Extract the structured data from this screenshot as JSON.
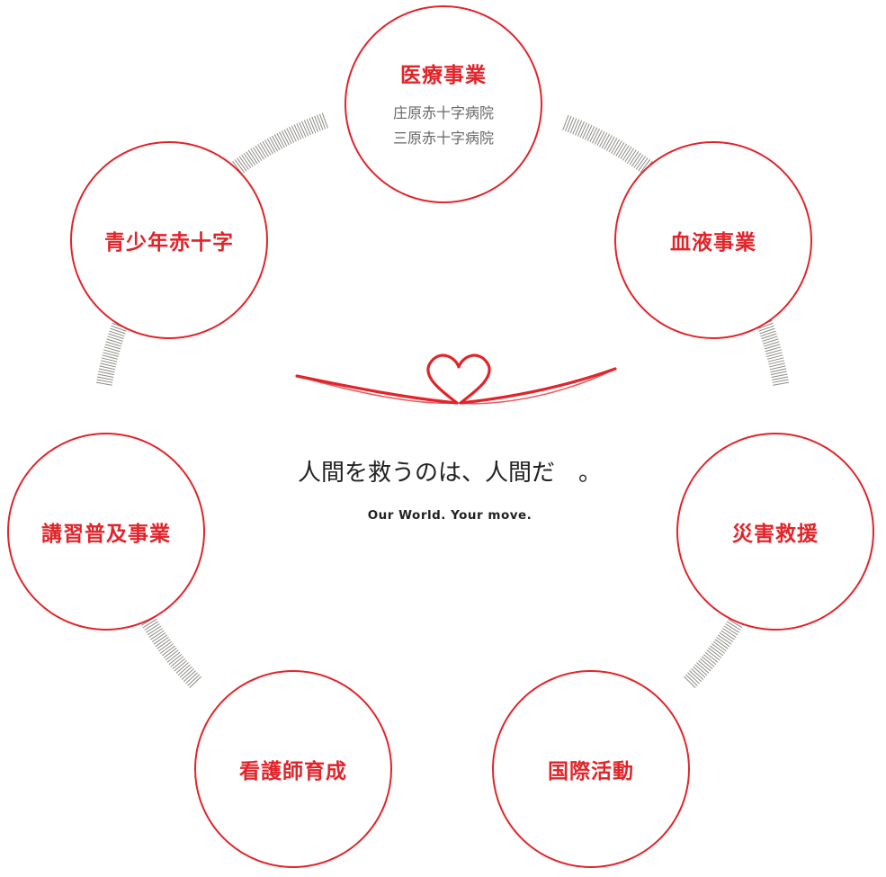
{
  "colors": {
    "accent": "#e1242a",
    "subtext": "#666666",
    "connector": "#8c8a84",
    "text": "#222222"
  },
  "center": {
    "slogan": "人間を救うのは、人間だ　。",
    "tagline": "Our World. Your move."
  },
  "nodes": {
    "medical": {
      "title": "医療事業",
      "sub": [
        "庄原赤十字病院",
        "三原赤十字病院"
      ]
    },
    "blood": {
      "title": "血液事業"
    },
    "disaster": {
      "title": "災害救援"
    },
    "intl": {
      "title": "国際活動"
    },
    "nursing": {
      "title": "看護師育成"
    },
    "lecture": {
      "title": "講習普及事業"
    },
    "youth": {
      "title": "青少年赤十字"
    }
  }
}
